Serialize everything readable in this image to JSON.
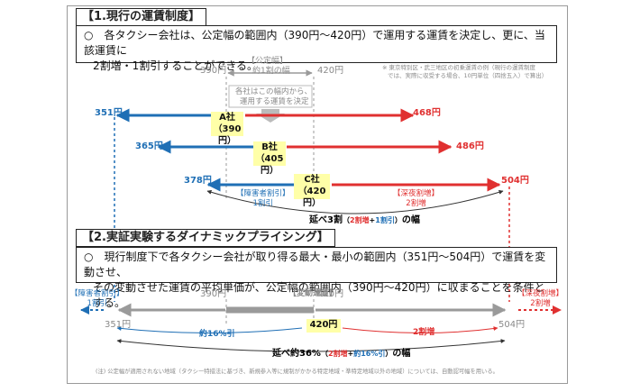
{
  "section1": {
    "title": "【1.現行の運賃制度】",
    "desc_line1": "○　各タクシー会社は、公定幅の範囲内（390円〜420円）で運用する運賃を決定し、更に、当該運賃に",
    "desc_line2": "2割増・1割引することができる。",
    "note_line1": "※ 東京特別区・武三地区の初乗運賃の例（現行の運賃制度",
    "note_line2": "では、実際に収受する場合、10円単位（四捨五入）で算出）",
    "range_label1": "【公定幅】",
    "range_label2": "約1割の幅",
    "range_low": "390円",
    "range_high": "420円",
    "hint_line1": "各社はこの幅内から、",
    "hint_line2": "運用する運賃を決定",
    "companies": [
      {
        "name": "A社",
        "fare": "（390円）",
        "low": "351円",
        "high": "468円"
      },
      {
        "name": "B社",
        "fare": "（405円）",
        "low": "365円",
        "high": "486円"
      },
      {
        "name": "C社",
        "fare": "（420円）",
        "low": "378円",
        "high": "504円"
      }
    ],
    "disabled_line1": "【障害者割引】",
    "disabled_line2": "1割引",
    "night_line1": "【深夜割増】",
    "night_line2": "2割増",
    "spread_prefix": "延べ3割",
    "spread_open": "（",
    "spread_red": "2割増",
    "spread_plus": "+",
    "spread_blue": "1割引",
    "spread_close": "）",
    "spread_suffix": "の幅"
  },
  "section2": {
    "title": "【2.実証実験するダイナミックプライシング】",
    "desc_line1": "○　現行制度下で各タクシー会社が取り得る最大・最小の範囲内（351円〜504円）で運賃を変動させ、",
    "desc_line2": "その変動させた運賃の平均単価が、公定幅の範囲内（390円〜420円）に収まることを条件とする。",
    "left_label1": "【障害者割引】",
    "left_label2": "1割引",
    "right_label1": "【深夜割増】",
    "right_label2": "2割増",
    "variable_label": "【変動運賃】",
    "fare_390": "390円",
    "fare_420": "420円",
    "low": "351円",
    "high": "504円",
    "down_label": "約16%引",
    "up_label": "2割増",
    "spread_prefix": "延べ約36%",
    "spread_open": "（",
    "spread_red": "2割増",
    "spread_plus": "+",
    "spread_blue": "約16%引",
    "spread_close": "）",
    "spread_suffix": "の幅"
  },
  "footnote": "(注) 公定幅が適用されない地域（タクシー特措法に基づき、新規参入等に規制がかかる特定地域・準特定地域以外の地域）については、自動認可幅を用いる。",
  "colors": {
    "blue": "#1f6fb5",
    "red": "#e03030",
    "gray": "#8a8a8a",
    "yellow": "#ffffa8"
  }
}
